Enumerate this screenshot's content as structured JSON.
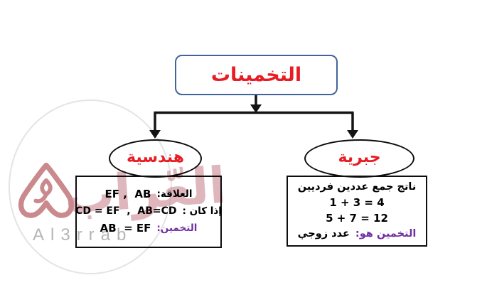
{
  "title_box": {
    "label": "التخمينات"
  },
  "left_branch": {
    "label": "هندسية",
    "lines": [
      {
        "label": "العلاقة:",
        "formula": "EF ,  AB"
      },
      {
        "label": "إذا كان :",
        "formula": "CD = EF  ,  AB=CD"
      },
      {
        "label": "التخمين:",
        "formula": "AB  = EF"
      }
    ]
  },
  "right_branch": {
    "label": "جبرية",
    "line1": "ناتج جمع عددين فرديين",
    "line2": "1 + 3 = 4",
    "line3": "5 + 7 = 12",
    "line4_label": "التخمين هو:",
    "line4_text": "عدد زوجي"
  },
  "watermark": {
    "brand_text": "Al3rrab",
    "calligraphy_text": "العّراب"
  },
  "colors": {
    "title_red": "#e81c24",
    "title_border_blue": "#40659c",
    "conjecture_purple": "#7030a0",
    "shape_border_black": "#0d0d0d",
    "watermark_rose": "#c9898d",
    "watermark_gray": "#b5b5b5",
    "watermark_circle_gray": "#e4e4e4"
  }
}
